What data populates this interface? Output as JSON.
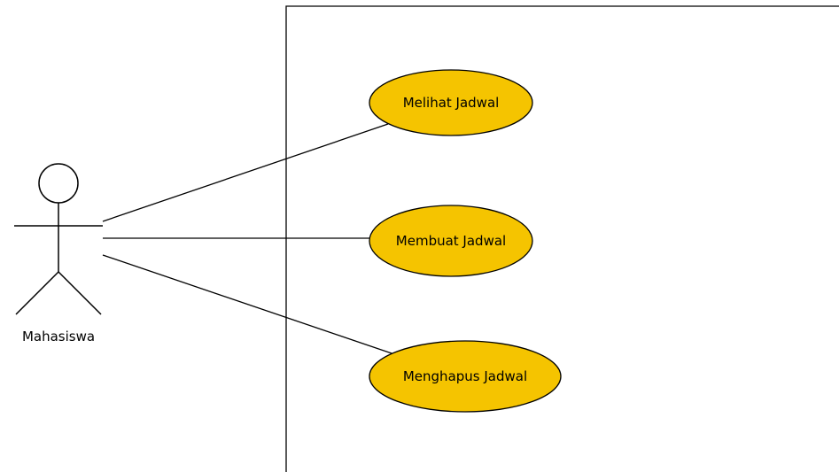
{
  "actor": {
    "name": "Mahasiswa"
  },
  "use_cases": [
    {
      "label": "Melihat Jadwal"
    },
    {
      "label": "Membuat Jadwal"
    },
    {
      "label": "Menghapus Jadwal"
    }
  ],
  "colors": {
    "usecase_fill": "#F5C400",
    "stroke": "#000000",
    "background": "#FFFFFF"
  }
}
